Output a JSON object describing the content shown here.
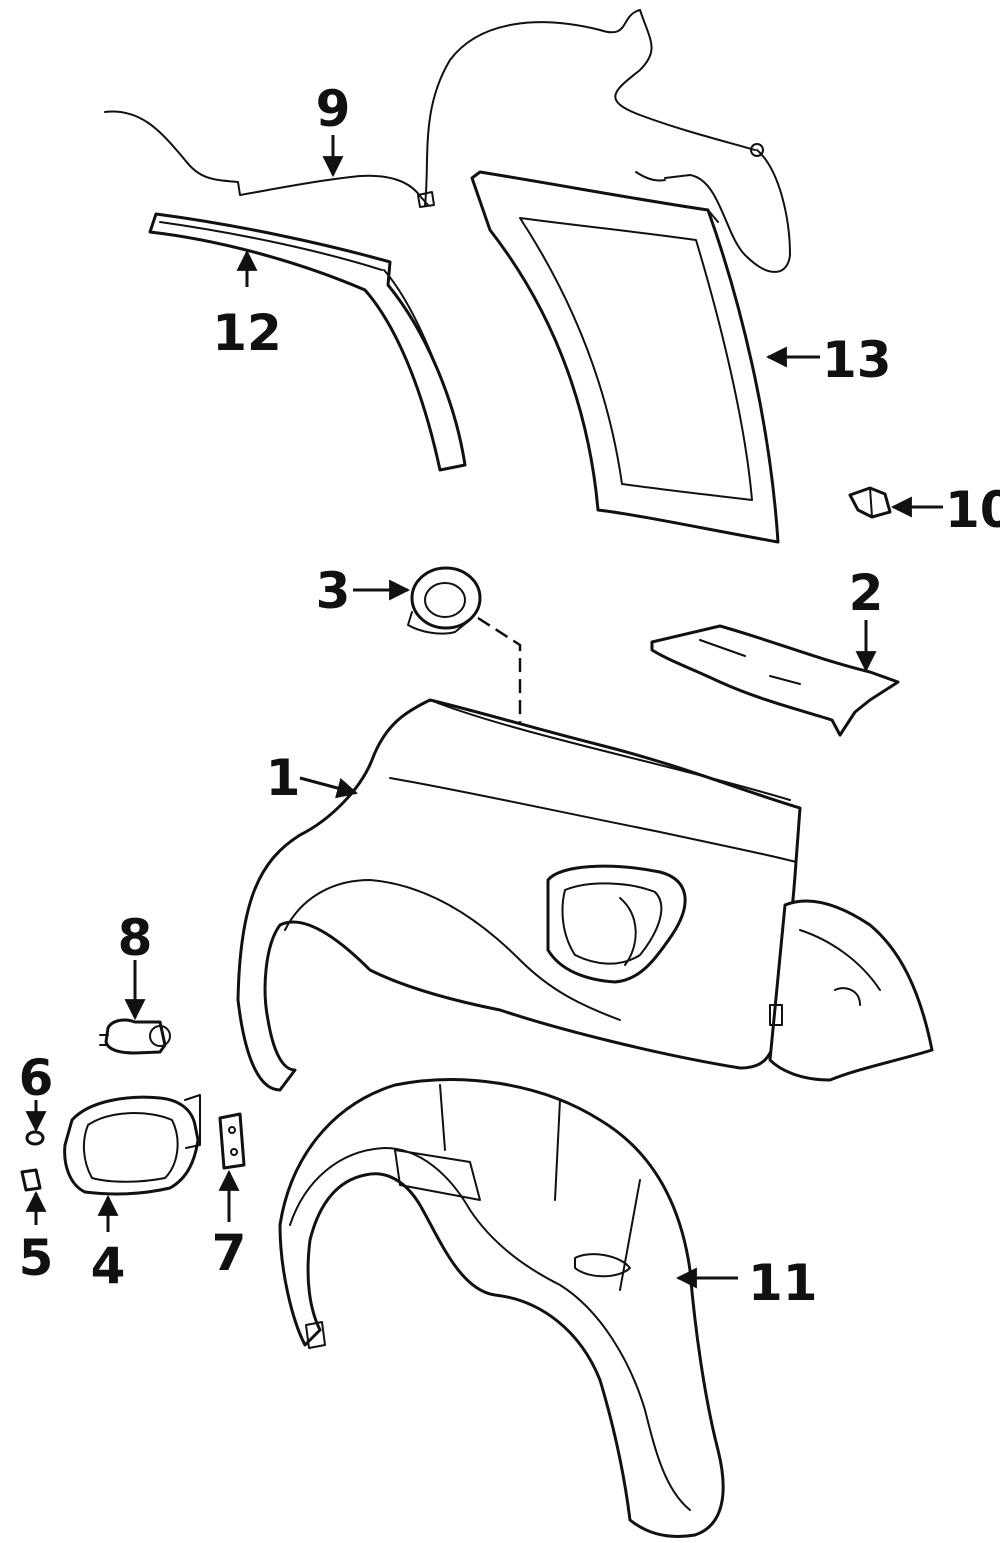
{
  "callouts": {
    "c1": "1",
    "c2": "2",
    "c3": "3",
    "c4": "4",
    "c5": "5",
    "c6": "6",
    "c7": "7",
    "c8": "8",
    "c9": "9",
    "c10": "10",
    "c11": "11",
    "c12": "12",
    "c13": "13"
  },
  "colors": {
    "ink": "#111111",
    "background": "#ffffff"
  }
}
